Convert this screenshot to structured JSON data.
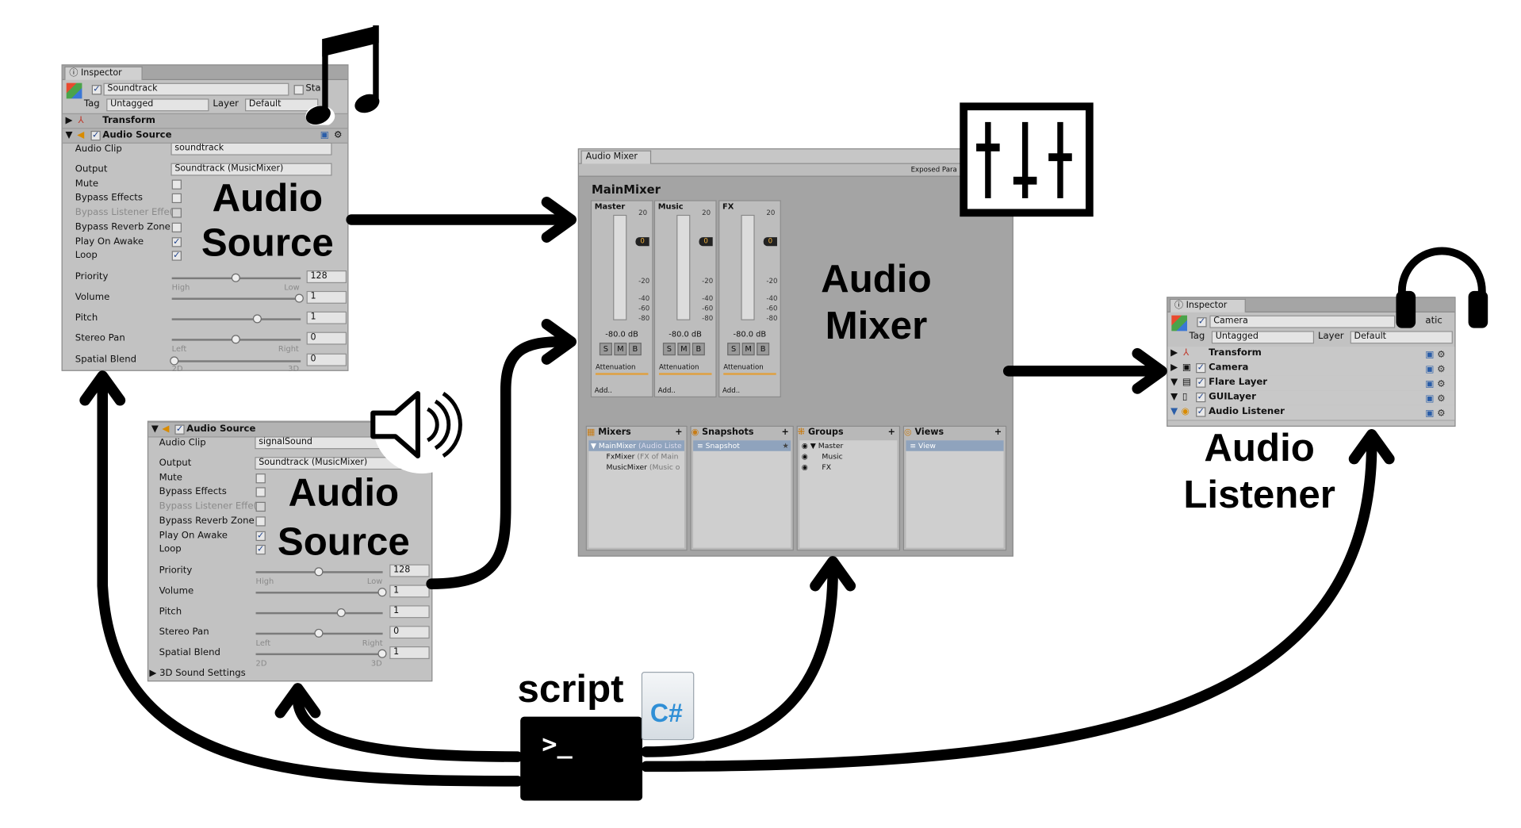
{
  "labels": {
    "audio_source_1": [
      "Audio",
      "Source"
    ],
    "audio_source_2": [
      "Audio",
      "Source"
    ],
    "audio_mixer": [
      "Audio",
      "Mixer"
    ],
    "audio_listener": [
      "Audio",
      "Listener"
    ],
    "script": "script",
    "terminal_prompt": ">_",
    "csharp": "C#"
  },
  "inspector_top": {
    "tab": "Inspector",
    "object_name": "Soundtrack",
    "static_label": "Sta",
    "tag_label": "Tag",
    "tag_value": "Untagged",
    "layer_label": "Layer",
    "layer_value": "Default",
    "transform": "Transform",
    "component": "Audio Source",
    "rows": {
      "audio_clip": "Audio Clip",
      "audio_clip_value": "soundtrack",
      "output": "Output",
      "output_value": "Soundtrack (MusicMixer)",
      "mute": "Mute",
      "bypass_effects": "Bypass Effects",
      "bypass_listener": "Bypass Listener Effe(",
      "bypass_reverb": "Bypass Reverb Zone",
      "play_on_awake": "Play On Awake",
      "loop": "Loop",
      "priority": "Priority",
      "priority_value": "128",
      "high": "High",
      "low": "Low",
      "volume": "Volume",
      "volume_value": "1",
      "pitch": "Pitch",
      "pitch_value": "1",
      "stereo_pan": "Stereo Pan",
      "stereo_pan_value": "0",
      "left": "Left",
      "right": "Right",
      "spatial_blend": "Spatial Blend",
      "spatial_blend_value": "0",
      "d2": "2D",
      "d3": "3D"
    }
  },
  "inspector_bottom": {
    "component": "Audio Source",
    "rows": {
      "audio_clip": "Audio Clip",
      "audio_clip_value": "signalSound",
      "output": "Output",
      "output_value": "Soundtrack (MusicMixer)",
      "mute": "Mute",
      "bypass_effects": "Bypass Effects",
      "bypass_listener": "Bypass Listener Effe(",
      "bypass_reverb": "Bypass Reverb Zone",
      "play_on_awake": "Play On Awake",
      "loop": "Loop",
      "priority": "Priority",
      "priority_value": "128",
      "high": "High",
      "low": "Low",
      "volume": "Volume",
      "volume_value": "1",
      "pitch": "Pitch",
      "pitch_value": "1",
      "stereo_pan": "Stereo Pan",
      "stereo_pan_value": "0",
      "left": "Left",
      "right": "Right",
      "spatial_blend": "Spatial Blend",
      "spatial_blend_value": "1",
      "d2": "2D",
      "d3": "3D",
      "sound_settings": "3D Sound Settings"
    }
  },
  "mixer": {
    "tab": "Audio Mixer",
    "exposed": "Exposed Para",
    "name": "MainMixer",
    "strips": [
      {
        "name": "Master",
        "db": "-80.0 dB",
        "label": "Attenuation",
        "add": "Add..",
        "level": "0"
      },
      {
        "name": "Music",
        "db": "-80.0 dB",
        "label": "Attenuation",
        "add": "Add..",
        "level": "0"
      },
      {
        "name": "FX",
        "db": "-80.0 dB",
        "label": "Attenuation",
        "add": "Add..",
        "level": "0"
      }
    ],
    "scale": [
      "20",
      "0",
      "-20",
      "-40",
      "-60",
      "-80"
    ],
    "buttons": [
      "S",
      "M",
      "B"
    ],
    "panels": {
      "mixers": "Mixers",
      "mixers_items": [
        "MainMixer",
        "(Audio Liste",
        "FxMixer",
        "(FX of Main",
        "MusicMixer",
        "(Music o"
      ],
      "snapshots": "Snapshots",
      "snapshot_item": "Snapshot",
      "groups": "Groups",
      "groups_items": [
        "Master",
        "Music",
        "FX"
      ],
      "views": "Views",
      "view_item": "View",
      "plus": "+"
    }
  },
  "listener": {
    "tab": "Inspector",
    "object_name": "Camera",
    "static_label": "atic",
    "tag_label": "Tag",
    "tag_value": "Untagged",
    "layer_label": "Layer",
    "layer_value": "Default",
    "components": [
      "Transform",
      "Camera",
      "Flare Layer",
      "GUILayer",
      "Audio Listener"
    ]
  }
}
